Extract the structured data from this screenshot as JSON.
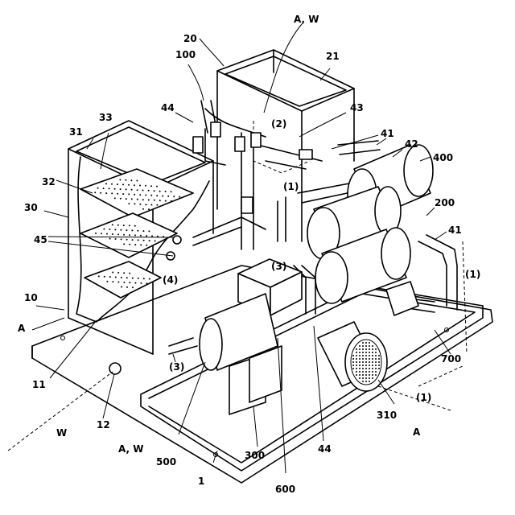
{
  "labels": {
    "l20": "20",
    "l21": "21",
    "lAW_top": "A, W",
    "l100": "100",
    "l44_top": "44",
    "l43": "43",
    "l2": "(2)",
    "l41_top": "41",
    "l42": "42",
    "l400": "400",
    "l33": "33",
    "l31": "31",
    "l32": "32",
    "l30": "30",
    "l1_a": "(1)",
    "l200": "200",
    "l45": "45",
    "l41_mid": "41",
    "l1_b": "(1)",
    "l4": "(4)",
    "l3_a": "(3)",
    "l10": "10",
    "lA_left": "A",
    "l3_b": "(3)",
    "l700": "700",
    "l11": "11",
    "l1_c": "(1)",
    "l12": "12",
    "l310": "310",
    "lA_bottom": "A",
    "lW": "W",
    "lAW_bottom": "A, W",
    "l500": "500",
    "l44_bottom": "44",
    "l300": "300",
    "l1": "1",
    "l600": "600"
  }
}
